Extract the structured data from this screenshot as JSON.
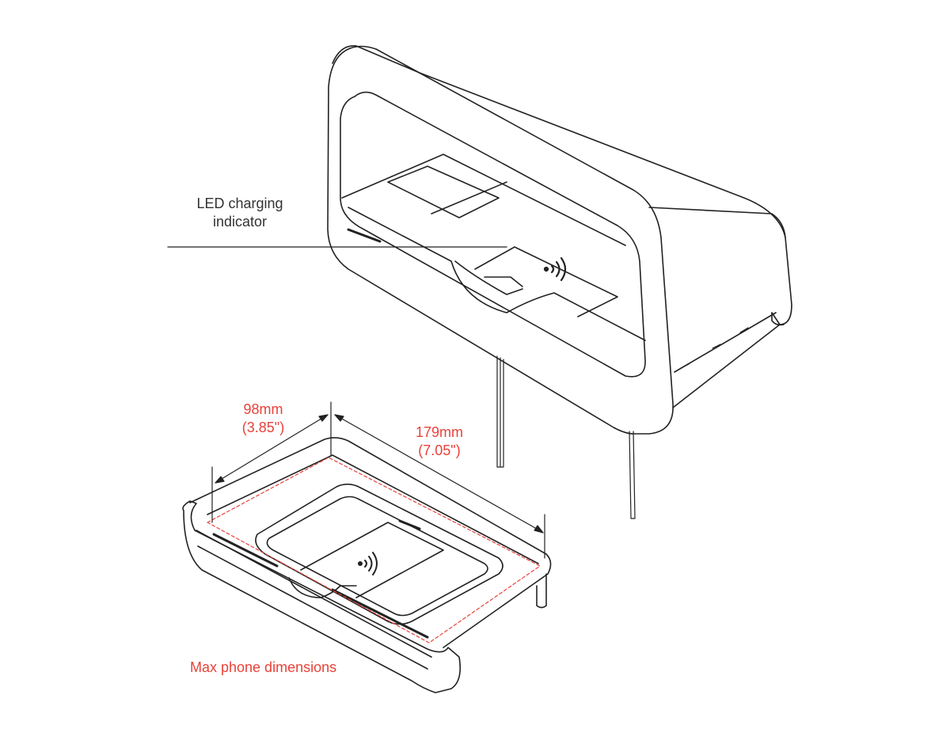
{
  "labels": {
    "led_indicator": {
      "line1": "LED charging",
      "line2": "indicator"
    },
    "width_dimension": {
      "metric": "98mm",
      "imperial": "(3.85\")"
    },
    "length_dimension": {
      "metric": "179mm",
      "imperial": "(7.05\")"
    },
    "max_phone": "Max phone dimensions"
  },
  "colors": {
    "annotation_red": "#e8423a",
    "line": "#222222",
    "text_dark": "#333333"
  }
}
